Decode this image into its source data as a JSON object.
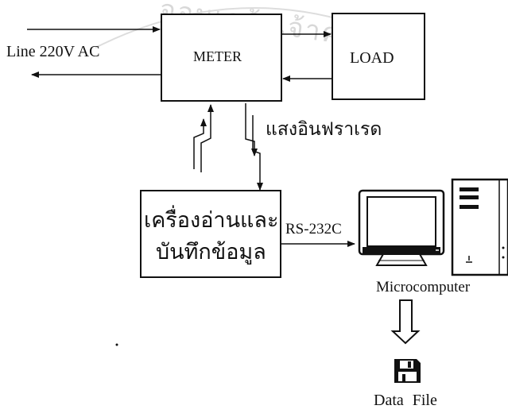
{
  "diagram": {
    "line_label": "Line 220V AC",
    "meter_label": "METER",
    "load_label": "LOAD",
    "infrared_label": "แสงอินฟราเรด",
    "reader_label_line1": "เครื่องอ่านและ",
    "reader_label_line2": "บันทึกข้อมูล",
    "serial_label": "RS-232C",
    "computer_label": "Microcomputer",
    "file_label": "Data File"
  },
  "watermark": {
    "text": "จอมเกล้าเจ้าคุณ"
  },
  "icons": [
    "microcomputer-icon",
    "floppy-disk-icon",
    "infrared-signal-icon",
    "hollow-down-arrow-icon"
  ]
}
